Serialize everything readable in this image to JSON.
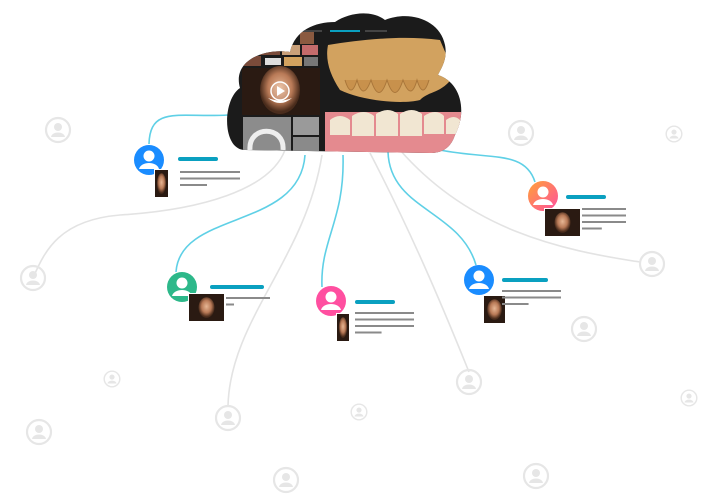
{
  "colors": {
    "background": "#ffffff",
    "cloud": "#1b1b1b",
    "connector_active": "#5fd0e6",
    "connector_inactive": "#e3e3e3",
    "ghost_avatar": "#e6e6e6",
    "title_bar": "#0aa0c0",
    "text_line": "#8a8a8a",
    "teeth_model": "#d2a25f",
    "gum": "#e48a8f"
  },
  "cloud": {
    "icons": [
      "play-icon"
    ],
    "panels": [
      "patient-face-photo",
      "thumbnail-strip",
      "ct-scan",
      "3d-teeth-model",
      "intraoral-teeth-photo"
    ]
  },
  "users": [
    {
      "id": "user-1",
      "avatar_color": "#1a8cff",
      "icon": "user-icon",
      "text_lines": 3
    },
    {
      "id": "user-2",
      "avatar_color": "#2db88a",
      "icon": "user-icon",
      "text_lines": 2
    },
    {
      "id": "user-3",
      "avatar_color": "#ff4fa0",
      "icon": "user-icon",
      "text_lines": 4
    },
    {
      "id": "user-4",
      "avatar_color": "#ff7a45",
      "icon": "user-icon",
      "text_lines": 4
    },
    {
      "id": "user-5",
      "avatar_color": "#1a8cff",
      "icon": "user-icon",
      "text_lines": 3
    }
  ]
}
